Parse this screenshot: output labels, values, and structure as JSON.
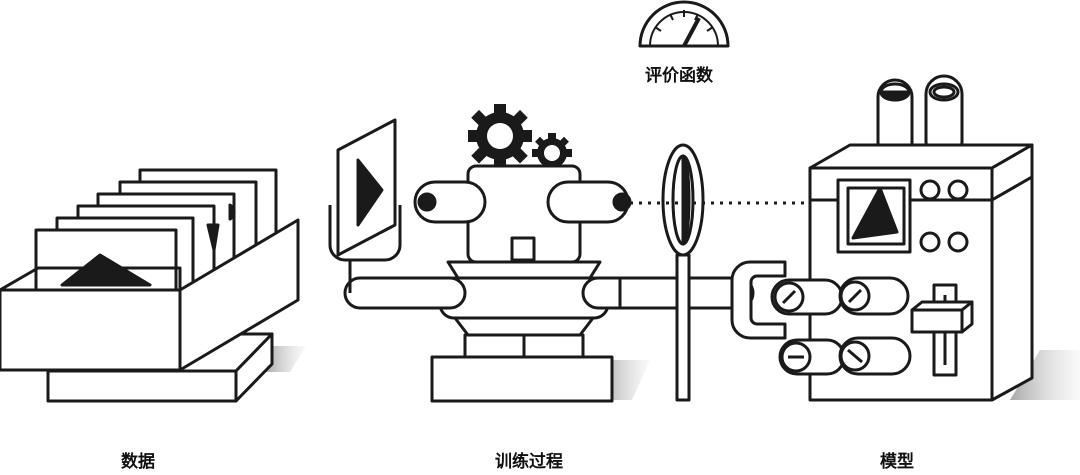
{
  "labels": {
    "data": "数据",
    "training": "训练过程",
    "model": "模型",
    "evaluation": "评价函数"
  },
  "colors": {
    "ink": "#1a1a1a",
    "shadow": "#bdbdbd",
    "paper": "#ffffff"
  }
}
